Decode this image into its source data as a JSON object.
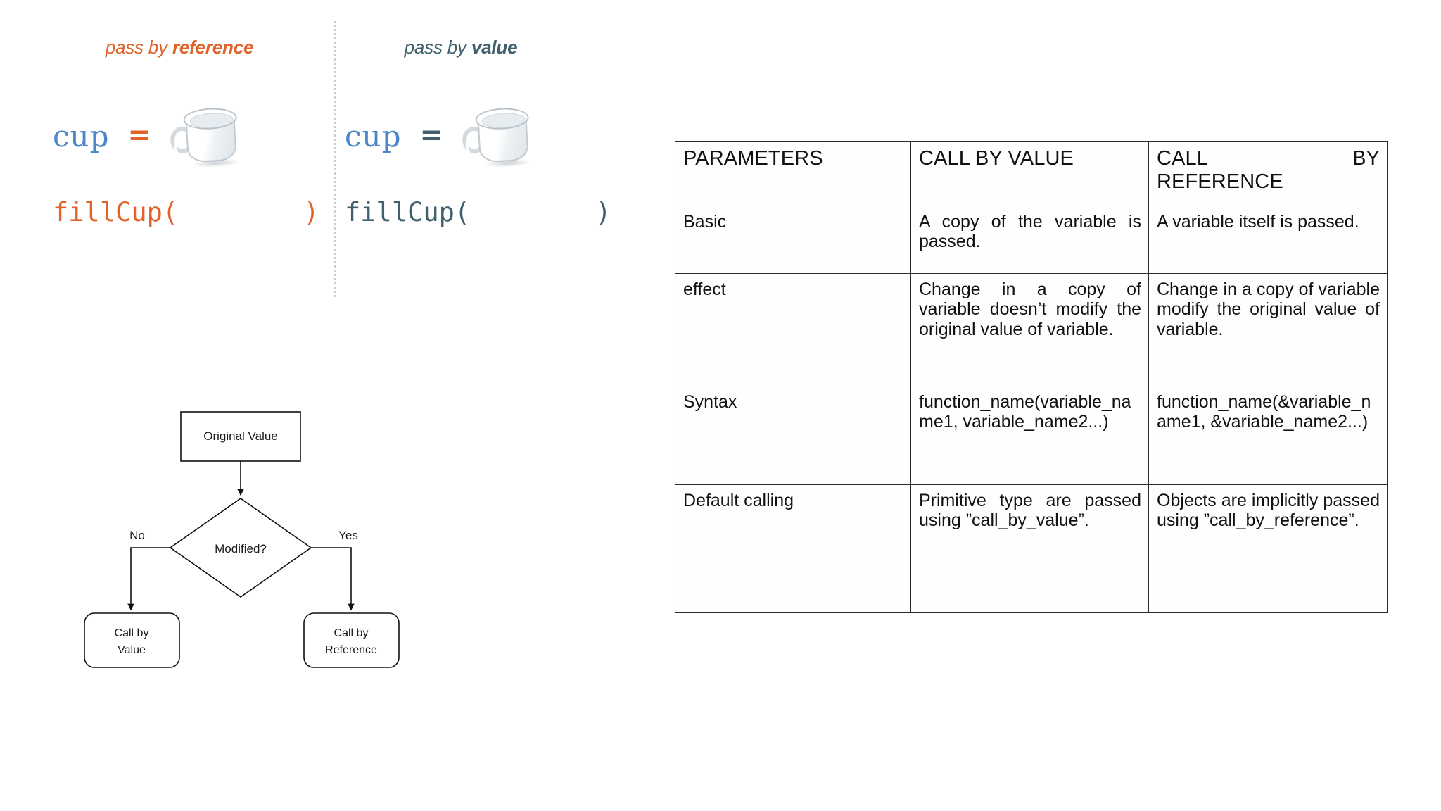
{
  "illustration": {
    "panels": [
      {
        "id": "reference",
        "heading_prefix": "pass by ",
        "heading_emphasis": "reference",
        "variable": "cup",
        "operator": "=",
        "call_text": "fillCup(        )",
        "icon": "coffee-mug-icon",
        "color": "#e0632a"
      },
      {
        "id": "value",
        "heading_prefix": "pass by ",
        "heading_emphasis": "value",
        "variable": "cup",
        "operator": "=",
        "call_text": "fillCup(        )",
        "icon": "coffee-mug-icon",
        "color": "#41606e"
      }
    ]
  },
  "flowchart": {
    "start_node": "Original Value",
    "decision_node": "Modified?",
    "branch_no_label": "No",
    "branch_yes_label": "Yes",
    "outcome_no_line1": "Call by",
    "outcome_no_line2": "Value",
    "outcome_yes_line1": "Call by",
    "outcome_yes_line2": "Reference"
  },
  "table": {
    "headers": {
      "parameters": "PARAMETERS",
      "call_by_value": "CALL BY VALUE",
      "call_by_reference_line1": "CALL BY",
      "call_by_reference_line2": "REFERENCE"
    },
    "rows": [
      {
        "parameter": "Basic",
        "call_by_value": "A copy of the variable is passed.",
        "call_by_reference": "A variable itself is passed."
      },
      {
        "parameter": "effect",
        "call_by_value": "Change in a copy of variable doesn’t modify the original value of variable.",
        "call_by_reference": "Change in a copy of variable modify the original value of variable."
      },
      {
        "parameter": "Syntax",
        "call_by_value": "function_name(variable_name1, variable_name2...)",
        "call_by_reference": "function_name(&variable_name1, &variable_name2...)"
      },
      {
        "parameter": "Default calling",
        "call_by_value": "Primitive type are passed using ”call_by_value”.",
        "call_by_reference": "Objects are implicitly passed using ”call_by_reference”."
      }
    ]
  }
}
